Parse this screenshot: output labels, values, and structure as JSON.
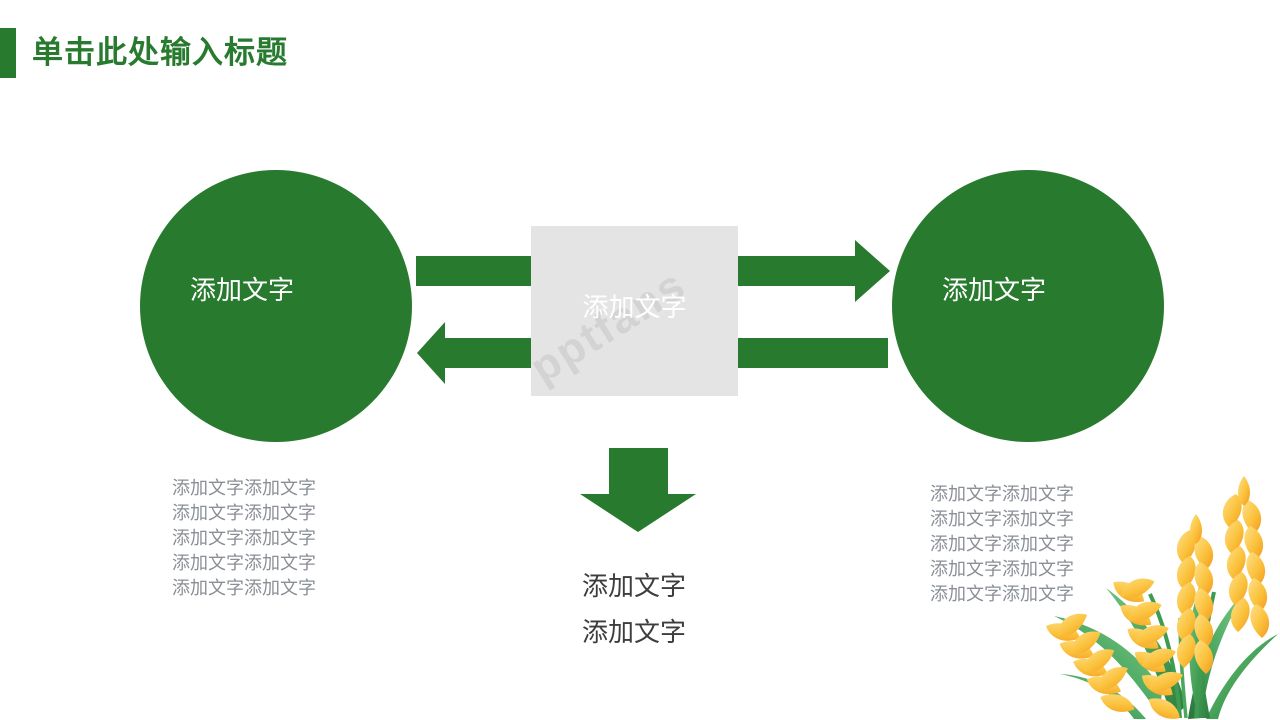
{
  "slide": {
    "title": "单击此处输入标题",
    "accent_color": "#277a2e",
    "gray_color": "#e4e4e4",
    "body_text_color": "#8a8f96"
  },
  "left_node": {
    "circle_label": "添加文字",
    "body": "添加文字添加文字\n添加文字添加文字\n添加文字添加文字\n添加文字添加文字\n添加文字添加文字"
  },
  "center_node": {
    "label": "添加文字",
    "watermark": "pptfans",
    "caption": "添加文字\n添加文字"
  },
  "right_node": {
    "circle_label": "添加文字",
    "body": "添加文字添加文字\n添加文字添加文字\n添加文字添加文字\n添加文字添加文字\n添加文字添加文字"
  },
  "decoration": {
    "wheat_grain_color": "#f5a623",
    "wheat_grain_light": "#fcd34a",
    "leaf_color": "#3f9b52"
  }
}
